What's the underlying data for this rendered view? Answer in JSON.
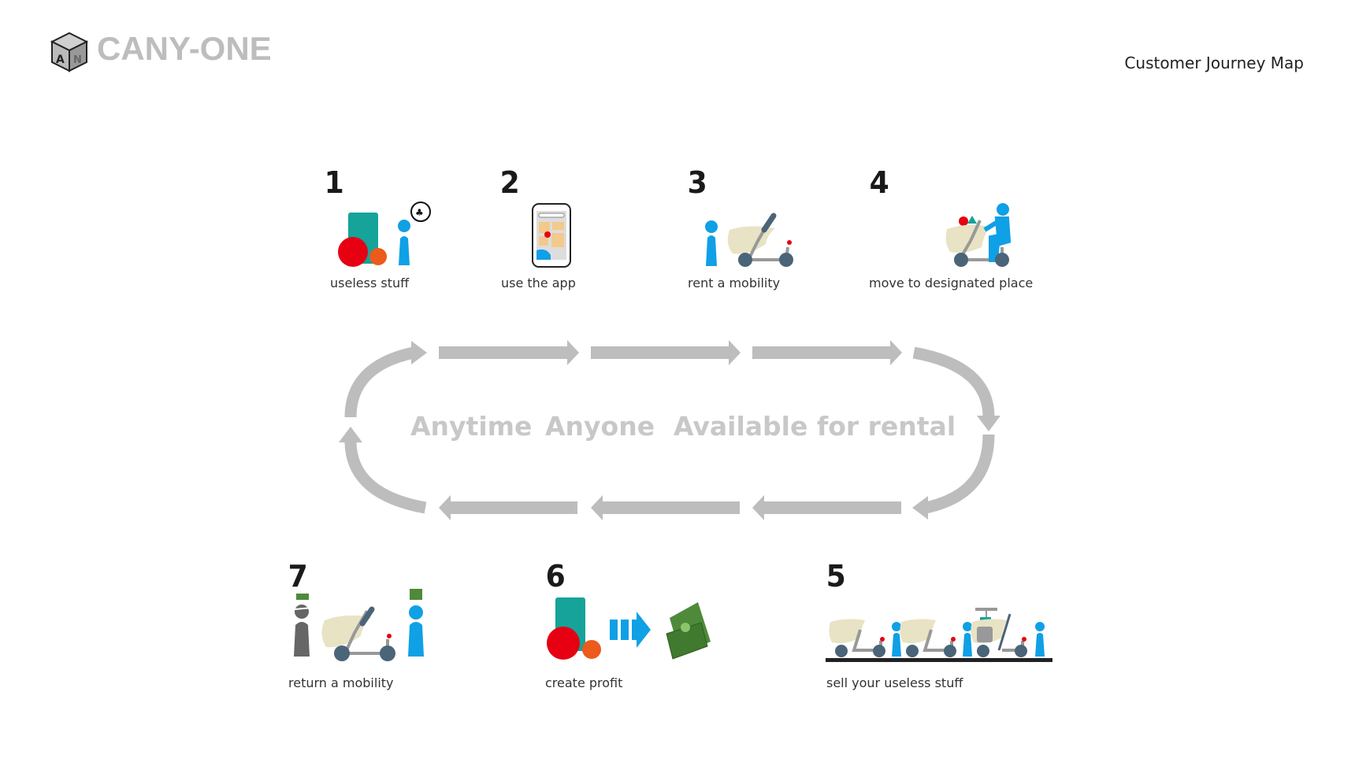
{
  "brand": {
    "name": "CANY-ONE",
    "logo_letters": "AN"
  },
  "header": {
    "title": "Customer Journey Map"
  },
  "steps": [
    {
      "number": "1",
      "label": "useless stuff"
    },
    {
      "number": "2",
      "label": "use the app"
    },
    {
      "number": "3",
      "label": "rent a mobility"
    },
    {
      "number": "4",
      "label": "move to designated place"
    },
    {
      "number": "5",
      "label": "sell your useless stuff"
    },
    {
      "number": "6",
      "label": "create profit"
    },
    {
      "number": "7",
      "label": "return a mobility"
    }
  ],
  "motto": [
    "Anytime",
    "Anyone",
    "Available for rental"
  ],
  "colors": {
    "teal": "#15a39a",
    "red": "#e60012",
    "orange": "#ec5a1c",
    "blue": "#0fa0e6",
    "beige": "#e8e3c4",
    "slate": "#4a6478",
    "arrow": "#bdbdbd",
    "money": "#4f8a3a"
  }
}
